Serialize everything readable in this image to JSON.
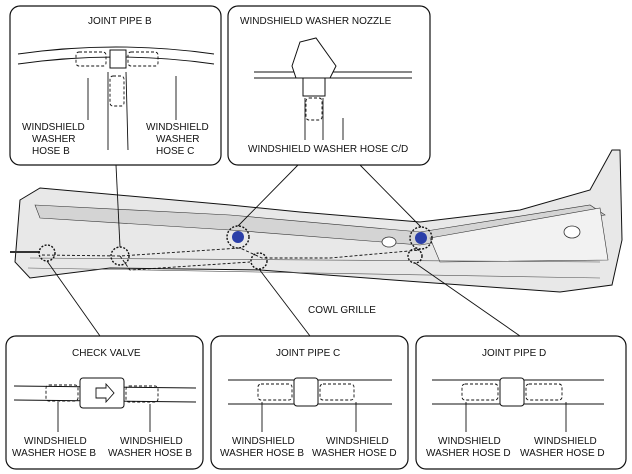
{
  "labels": {
    "cowl_grille": "COWL GRILLE",
    "joint_pipe_b": {
      "title": "JOINT PIPE B",
      "left": [
        "WINDSHIELD",
        "WASHER",
        "HOSE B"
      ],
      "right": [
        "WINDSHIELD",
        "WASHER",
        "HOSE C"
      ]
    },
    "nozzle": {
      "title": "WINDSHIELD WASHER NOZZLE",
      "bottom": "WINDSHIELD WASHER HOSE C/D"
    },
    "check_valve": {
      "title": "CHECK VALVE",
      "left": [
        "WINDSHIELD",
        "WASHER HOSE B"
      ],
      "right": [
        "WINDSHIELD",
        "WASHER HOSE B"
      ]
    },
    "joint_pipe_c": {
      "title": "JOINT PIPE C",
      "left": [
        "WINDSHIELD",
        "WASHER HOSE B"
      ],
      "right": [
        "WINDSHIELD",
        "WASHER HOSE D"
      ]
    },
    "joint_pipe_d": {
      "title": "JOINT PIPE D",
      "left": [
        "WINDSHIELD",
        "WASHER HOSE D"
      ],
      "right": [
        "WINDSHIELD",
        "WASHER HOSE D"
      ]
    }
  },
  "colors": {
    "nozzle_marker": "#2b3fa8",
    "line": "#111111",
    "panel": "#e6e6e6"
  }
}
